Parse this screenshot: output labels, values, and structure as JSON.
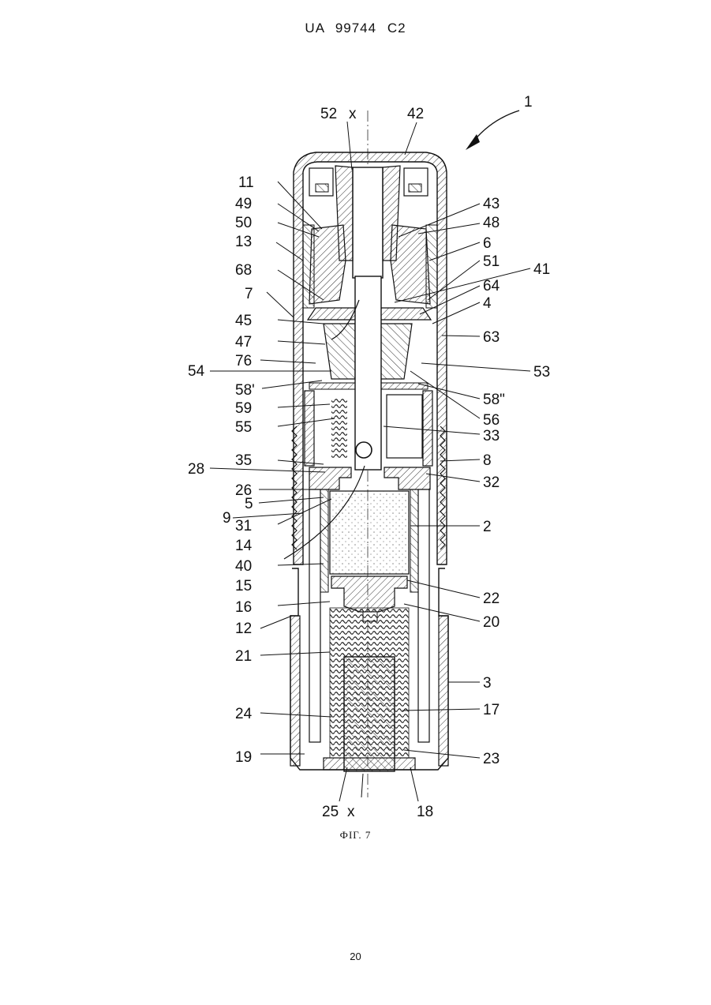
{
  "header": "UA   99744   C2",
  "figure": {
    "caption": "ФІГ. 7",
    "axis_label": "x",
    "labels": {
      "ref_1": "1",
      "ref_52": "52",
      "ref_42": "42",
      "ref_11": "11",
      "ref_49": "49",
      "ref_50": "50",
      "ref_13": "13",
      "ref_68": "68",
      "ref_7": "7",
      "ref_45": "45",
      "ref_47": "47",
      "ref_76": "76",
      "ref_54": "54",
      "ref_58p": "58'",
      "ref_59": "59",
      "ref_55": "55",
      "ref_35": "35",
      "ref_28": "28",
      "ref_26": "26",
      "ref_5": "5",
      "ref_9": "9",
      "ref_31": "31",
      "ref_14": "14",
      "ref_40": "40",
      "ref_15": "15",
      "ref_16": "16",
      "ref_12": "12",
      "ref_21": "21",
      "ref_24": "24",
      "ref_19": "19",
      "ref_25": "25",
      "ref_43": "43",
      "ref_48": "48",
      "ref_6": "6",
      "ref_51": "51",
      "ref_41": "41",
      "ref_64": "64",
      "ref_4": "4",
      "ref_63": "63",
      "ref_53": "53",
      "ref_58pp": "58\"",
      "ref_56": "56",
      "ref_33": "33",
      "ref_8": "8",
      "ref_32": "32",
      "ref_2": "2",
      "ref_22": "22",
      "ref_20": "20",
      "ref_3": "3",
      "ref_17": "17",
      "ref_23": "23",
      "ref_18": "18"
    }
  },
  "page_number": "20"
}
